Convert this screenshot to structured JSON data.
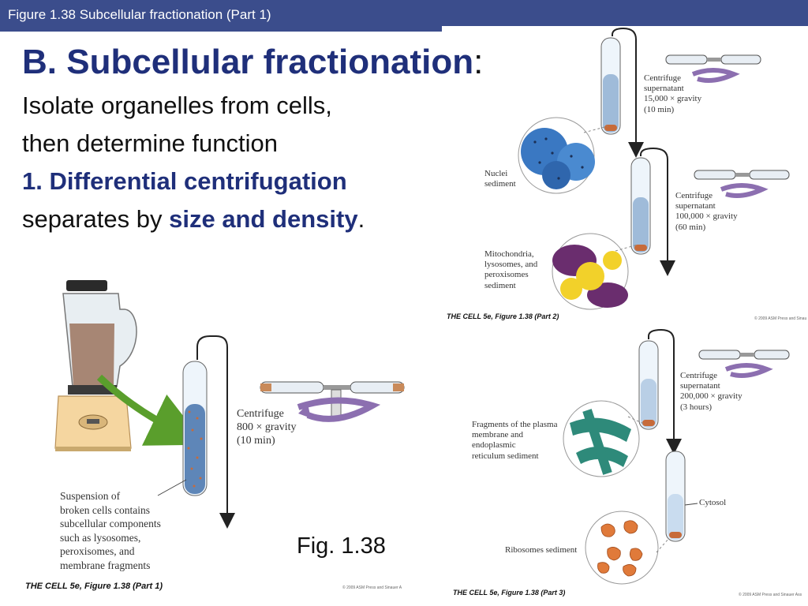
{
  "header": {
    "title": "Figure 1.38  Subcellular fractionation (Part 1)"
  },
  "slide": {
    "heading": "B. Subcellular fractionation",
    "heading_colon": ":",
    "line1": "Isolate organelles from cells,",
    "line2": "then determine function",
    "line3": "1. Differential centrifugation",
    "line4_prefix": "separates by ",
    "line4_emphasis": "size and density",
    "line4_suffix": ".",
    "fig_ref": "Fig. 1.38"
  },
  "part1": {
    "centrifuge": [
      "Centrifuge",
      "800 × gravity",
      "(10 min)"
    ],
    "suspension": [
      "Suspension of",
      "broken cells contains",
      "subcellular components",
      "such as lysosomes,",
      "peroxisomes, and",
      "membrane fragments"
    ],
    "caption": "THE CELL 5e, Figure 1.38 (Part 1)",
    "copyright": "© 2009 ASM Press and Sinauer A"
  },
  "part2": {
    "centrifuge1": [
      "Centrifuge",
      "supernatant",
      "15,000 × gravity",
      "(10 min)"
    ],
    "nuclei": [
      "Nuclei",
      "sediment"
    ],
    "centrifuge2": [
      "Centrifuge",
      "supernatant",
      "100,000 × gravity",
      "(60 min)"
    ],
    "mito": [
      "Mitochondria,",
      "lysosomes, and",
      "peroxisomes",
      "sediment"
    ],
    "caption": "THE CELL 5e, Figure 1.38 (Part 2)",
    "copyright": "© 2009 ASM Press and Sinau"
  },
  "part3": {
    "centrifuge": [
      "Centrifuge",
      "supernatant",
      "200,000 × gravity",
      "(3 hours)"
    ],
    "fragments": [
      "Fragments of the plasma",
      "membrane and",
      "endoplasmic",
      "reticulum sediment"
    ],
    "cytosol": "Cytosol",
    "ribosomes": "Ribosomes sediment",
    "caption": "THE CELL 5e, Figure 1.38 (Part 3)",
    "copyright": "© 2009 ASM Press and Sinauer Ass"
  },
  "colors": {
    "header_bar": "#3b4d8c",
    "heading_blue": "#1f2f7a",
    "arrow_green": "#5a9e2c",
    "rotor_purple": "#8c6fb0",
    "nuclei_blue": "#3a78c2",
    "mito_purple": "#6a2d6e",
    "lysosome_yellow": "#f2d12a",
    "er_teal": "#2e8a7a",
    "ribosome_orange": "#e07a3a",
    "blender_base": "#f5d6a0",
    "blender_liquid": "#a07a66"
  }
}
